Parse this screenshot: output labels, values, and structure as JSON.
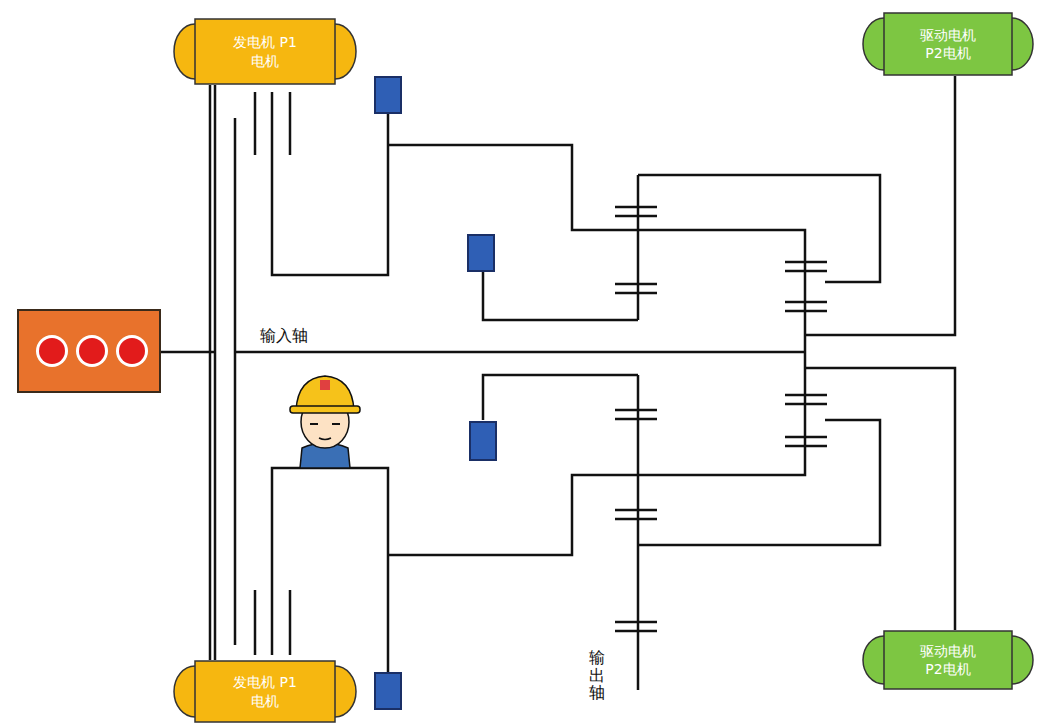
{
  "diagram": {
    "nodes": [
      {
        "text": [
          "发电机 P1电机"
        ]
      },
      {
        "text": [
          "发电机 P1电机"
        ]
      },
      {
        "text": [
          "驱动电机 P2电机"
        ]
      },
      {
        "text": [
          "驱动电机 P2电机"
        ]
      }
    ],
    "edges": [
      {
        "from": 0,
        "to": 1,
        "arrow": "none"
      }
    ],
    "labels": [
      "输入轴",
      "输出轴"
    ]
  }
}
